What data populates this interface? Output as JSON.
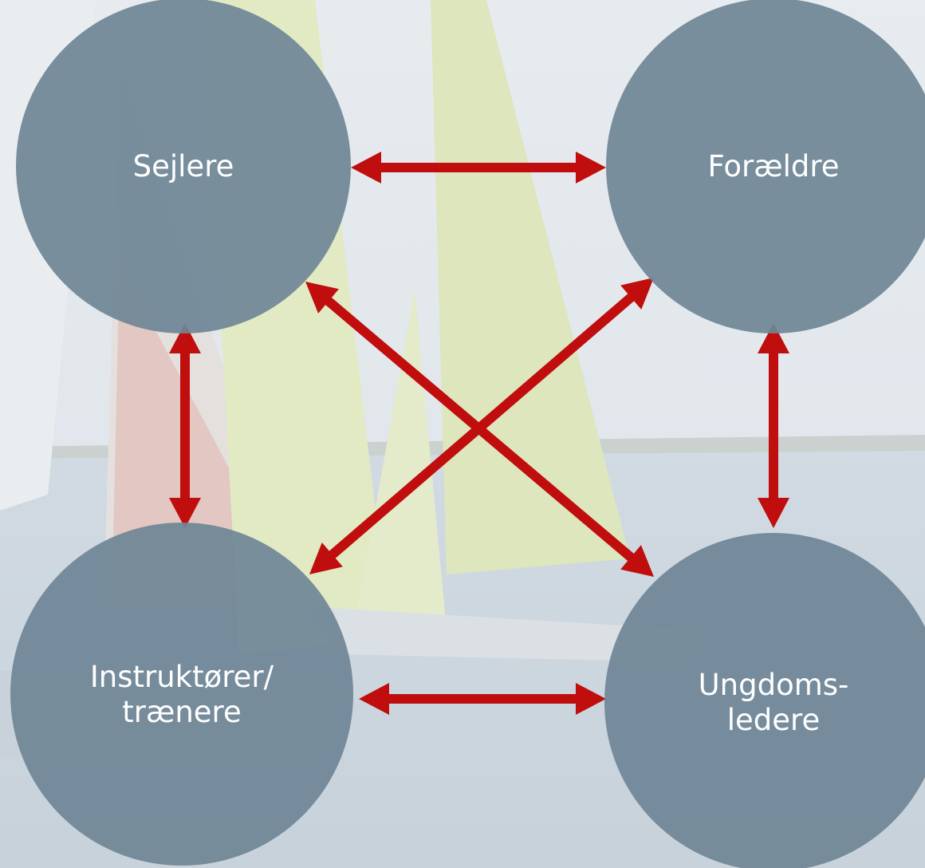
{
  "diagram": {
    "nodes": [
      {
        "id": "sejlere",
        "lines": [
          "Sejlere"
        ]
      },
      {
        "id": "foraeldre",
        "lines": [
          "Forældre"
        ]
      },
      {
        "id": "instruktoerer",
        "lines": [
          "Instruktører/",
          "trænere"
        ]
      },
      {
        "id": "ungdomsledere",
        "lines": [
          "Ungdoms-",
          "ledere"
        ]
      }
    ],
    "connections": [
      {
        "from": "sejlere",
        "to": "foraeldre",
        "direction": "both"
      },
      {
        "from": "sejlere",
        "to": "instruktoerer",
        "direction": "both"
      },
      {
        "from": "foraeldre",
        "to": "ungdomsledere",
        "direction": "both"
      },
      {
        "from": "instruktoerer",
        "to": "ungdomsledere",
        "direction": "both"
      },
      {
        "from": "sejlere",
        "to": "ungdomsledere",
        "direction": "both"
      },
      {
        "from": "foraeldre",
        "to": "instruktoerer",
        "direction": "both"
      }
    ]
  },
  "colors": {
    "node_fill": "#6f8596",
    "arrow": "#c00d0d",
    "label": "#ffffff"
  }
}
